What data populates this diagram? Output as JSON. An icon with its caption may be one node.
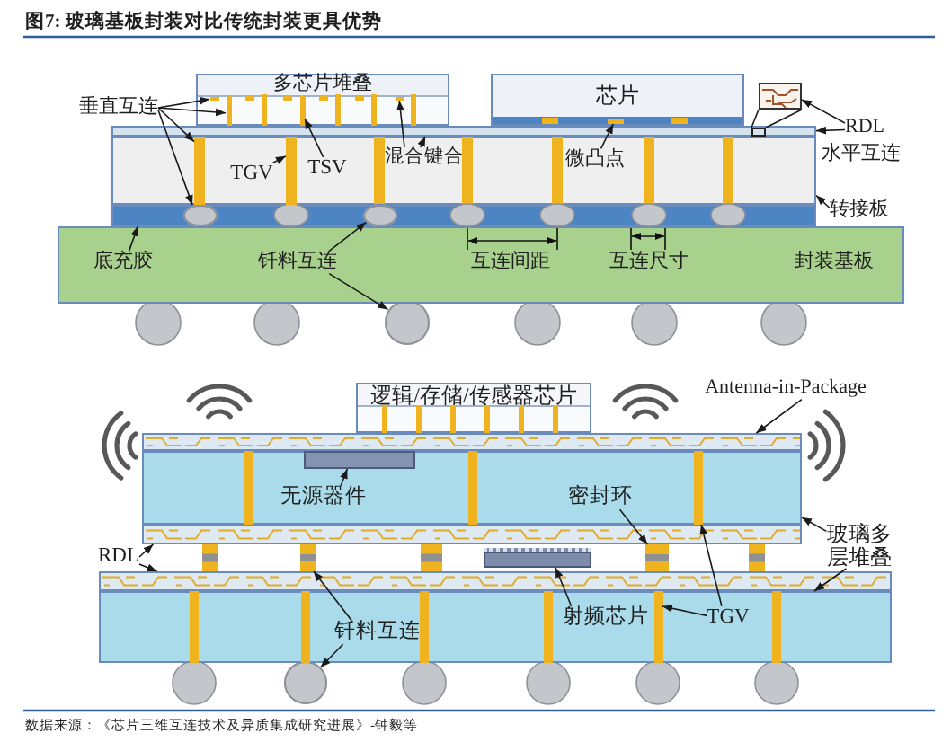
{
  "diagram": {
    "title": "图7: 玻璃基板封装对比传统封装更具优势",
    "caption": "数据来源：《芯片三维互连技术及异质集成研究进展》-钟毅等",
    "nodes": [
      {
        "text": [
          "多芯片堆叠"
        ]
      },
      {
        "text": [],
        "shape": "box",
        "in": 0
      },
      {
        "text": [],
        "shape": "bar",
        "in": 0
      },
      {
        "text": [],
        "shape": "bar",
        "in": 0
      },
      {
        "text": [],
        "shape": "box",
        "in": 0
      },
      {
        "text": [
          "芯片"
        ]
      },
      {
        "text": [],
        "shape": "box",
        "in": 5
      },
      {
        "text": [
          "垂直互连"
        ]
      },
      {
        "text": [],
        "shape": "box"
      },
      {
        "text": [
          "RDL"
        ],
        "beside": [
          "水平互连"
        ]
      },
      {
        "text": [],
        "shape": "bar"
      },
      {
        "text": [],
        "shape": "box"
      },
      {
        "text": [],
        "shape": "bar",
        "in": 11
      },
      {
        "text": [],
        "shape": "bar",
        "in": 11
      },
      {
        "text": [
          "TGV"
        ],
        "in": 11
      },
      {
        "text": [
          "TSV"
        ],
        "in": 11
      },
      {
        "text": [
          "混合键合"
        ],
        "in": 11
      },
      {
        "text": [
          "微凸点"
        ],
        "in": 11
      },
      {
        "text": [
          "转接板"
        ]
      },
      {
        "text": [],
        "shape": "bar"
      },
      {
        "text": [],
        "shape": "circle",
        "in": 19
      },
      {
        "text": [],
        "shape": "circle",
        "in": 19
      },
      {
        "text": [
          "封装基板"
        ]
      },
      {
        "text": [
          "底充胶"
        ],
        "in": 22
      },
      {
        "text": [
          "钎料互连"
        ],
        "in": 22
      },
      {
        "text": [],
        "shape": "circle"
      },
      {
        "text": [
          "逻辑/存储/传感器芯片"
        ]
      },
      {
        "text": [
          "Antenna-in-Package"
        ]
      },
      {
        "text": [],
        "shape": "bar"
      },
      {
        "text": [],
        "shape": "box"
      },
      {
        "text": [],
        "shape": "box",
        "in": 29
      },
      {
        "text": [],
        "shape": "bar",
        "in": 29
      },
      {
        "text": [
          "无源器件"
        ],
        "in": 29
      },
      {
        "text": [
          "密封环"
        ],
        "in": 29
      },
      {
        "text": [],
        "shape": "bar"
      },
      {
        "text": [
          "玻璃多层堆叠"
        ]
      },
      {
        "text": [
          "RDL"
        ]
      },
      {
        "text": [],
        "shape": "bar"
      },
      {
        "text": [],
        "shape": "bar"
      },
      {
        "text": [],
        "shape": "box"
      },
      {
        "text": [],
        "shape": "bar"
      },
      {
        "text": [],
        "shape": "box"
      },
      {
        "text": [],
        "shape": "bar",
        "in": 41
      },
      {
        "text": [
          "钎料互连"
        ],
        "in": 41
      },
      {
        "text": [
          "射频芯片"
        ],
        "in": 41
      },
      {
        "text": [
          "TGV"
        ],
        "in": 41
      },
      {
        "text": [],
        "shape": "circle"
      },
      {
        "text": [],
        "shape": "box",
        "in": 10
      }
    ],
    "edges": [
      {
        "from": 7,
        "to": 1,
        "arrow": "to"
      },
      {
        "from": 7,
        "to": 2,
        "arrow": "to"
      },
      {
        "from": 7,
        "to": 12,
        "arrow": "to"
      },
      {
        "from": 7,
        "to": 20,
        "arrow": "to"
      },
      {
        "from": 14,
        "to": 13,
        "arrow": "to"
      },
      {
        "from": 15,
        "to": 3,
        "arrow": "to"
      },
      {
        "from": 16,
        "to": 4,
        "arrow": "to"
      },
      {
        "from": 16,
        "to": 10,
        "arrow": "to"
      },
      {
        "from": 17,
        "to": 6,
        "arrow": "to"
      },
      {
        "from": 9,
        "to": 8,
        "arrow": "to"
      },
      {
        "from": 9,
        "to": 10,
        "arrow": "to"
      },
      {
        "from": 18,
        "to": 11,
        "arrow": "to"
      },
      {
        "from": 23,
        "to": 19,
        "arrow": "to"
      },
      {
        "from": 24,
        "to": 21,
        "arrow": "to"
      },
      {
        "from": 24,
        "to": 25,
        "arrow": "to"
      },
      {
        "from": 27,
        "to": 28,
        "arrow": "to"
      },
      {
        "from": 32,
        "to": 30,
        "arrow": "to"
      },
      {
        "from": 33,
        "to": 38,
        "arrow": "to"
      },
      {
        "from": 45,
        "to": 31,
        "arrow": "to"
      },
      {
        "from": 45,
        "to": 42,
        "arrow": "to"
      },
      {
        "from": 35,
        "to": 29,
        "arrow": "to"
      },
      {
        "from": 35,
        "to": 41,
        "arrow": "to"
      },
      {
        "from": 36,
        "to": 34,
        "arrow": "to"
      },
      {
        "from": 36,
        "to": 40,
        "arrow": "to"
      },
      {
        "from": 43,
        "to": 37,
        "arrow": "to"
      },
      {
        "from": 43,
        "to": 46,
        "arrow": "to"
      },
      {
        "from": 44,
        "to": 39,
        "arrow": "to"
      },
      {
        "from": 47,
        "to": 8,
        "arrow": "none"
      },
      {
        "from": 47,
        "to": 8,
        "arrow": "none"
      }
    ],
    "labels": [
      "互连间距",
      "互连尺寸"
    ]
  }
}
